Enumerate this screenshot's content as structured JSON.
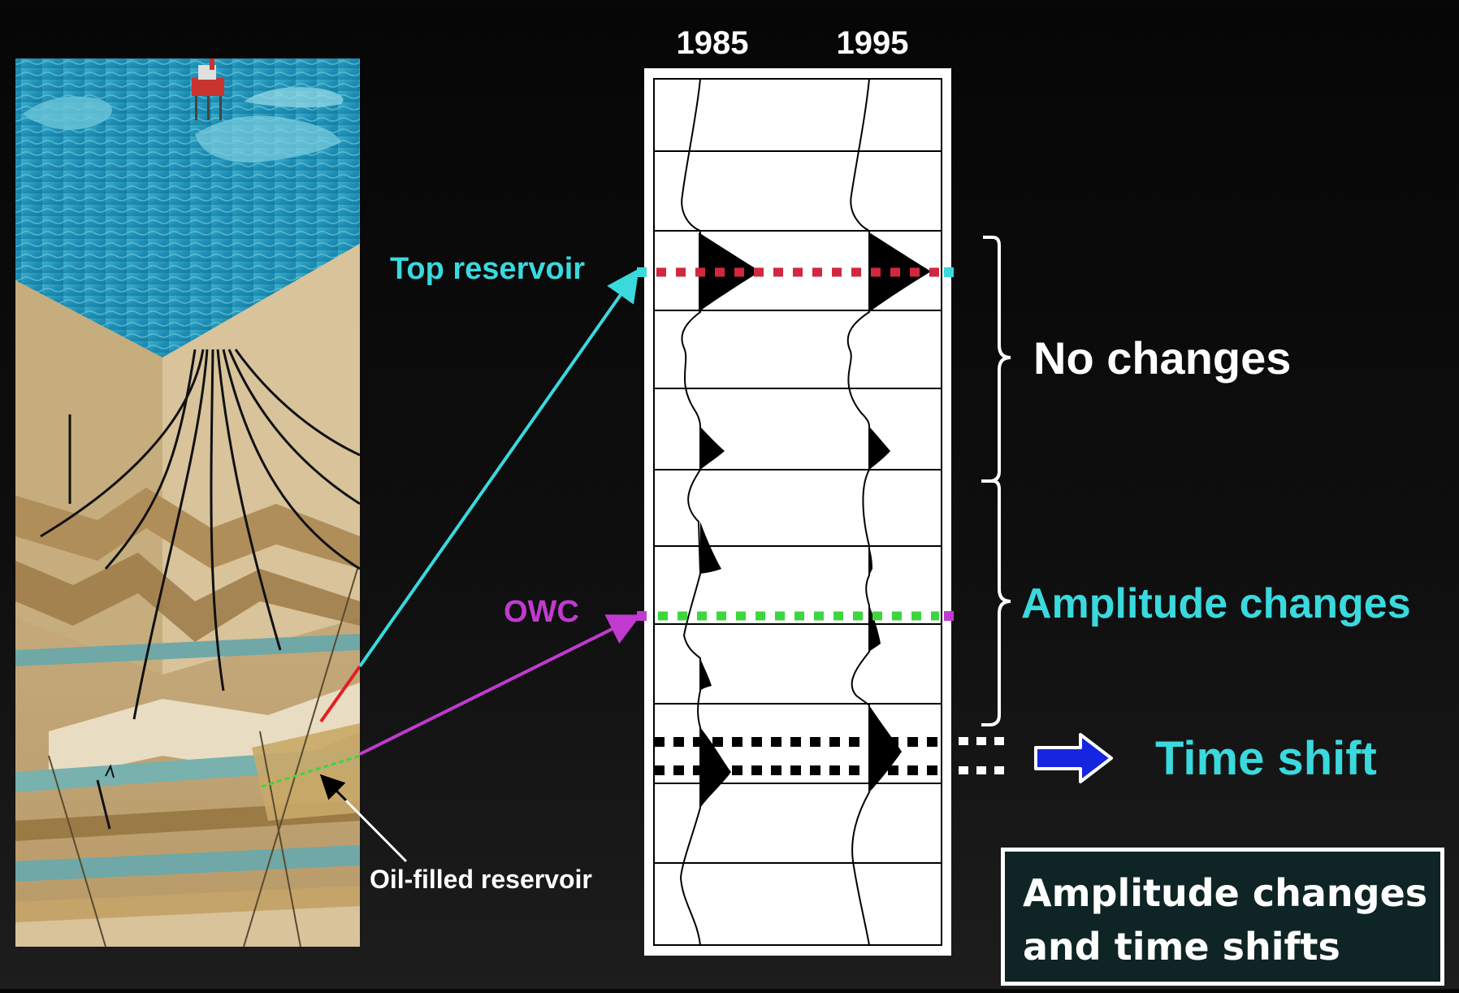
{
  "columns": {
    "left": "1985",
    "right": "1995"
  },
  "labels": {
    "top_reservoir": "Top reservoir",
    "owc": "OWC",
    "oil_filled_reservoir": "Oil-filled reservoir"
  },
  "annotations": {
    "no_changes": "No changes",
    "amplitude_changes": "Amplitude changes",
    "time_shift": "Time shift"
  },
  "summary_box": {
    "line1": "Amplitude changes",
    "line2": "and time shifts"
  },
  "colors": {
    "background": "#0a0a0a",
    "cyan": "#3ad9de",
    "magenta": "#c13ad0",
    "red_dots": "#d12841",
    "green_dots": "#3ed63e",
    "blue_arrow": "#1525e0",
    "panel": "#ffffff",
    "ink": "#000000"
  }
}
